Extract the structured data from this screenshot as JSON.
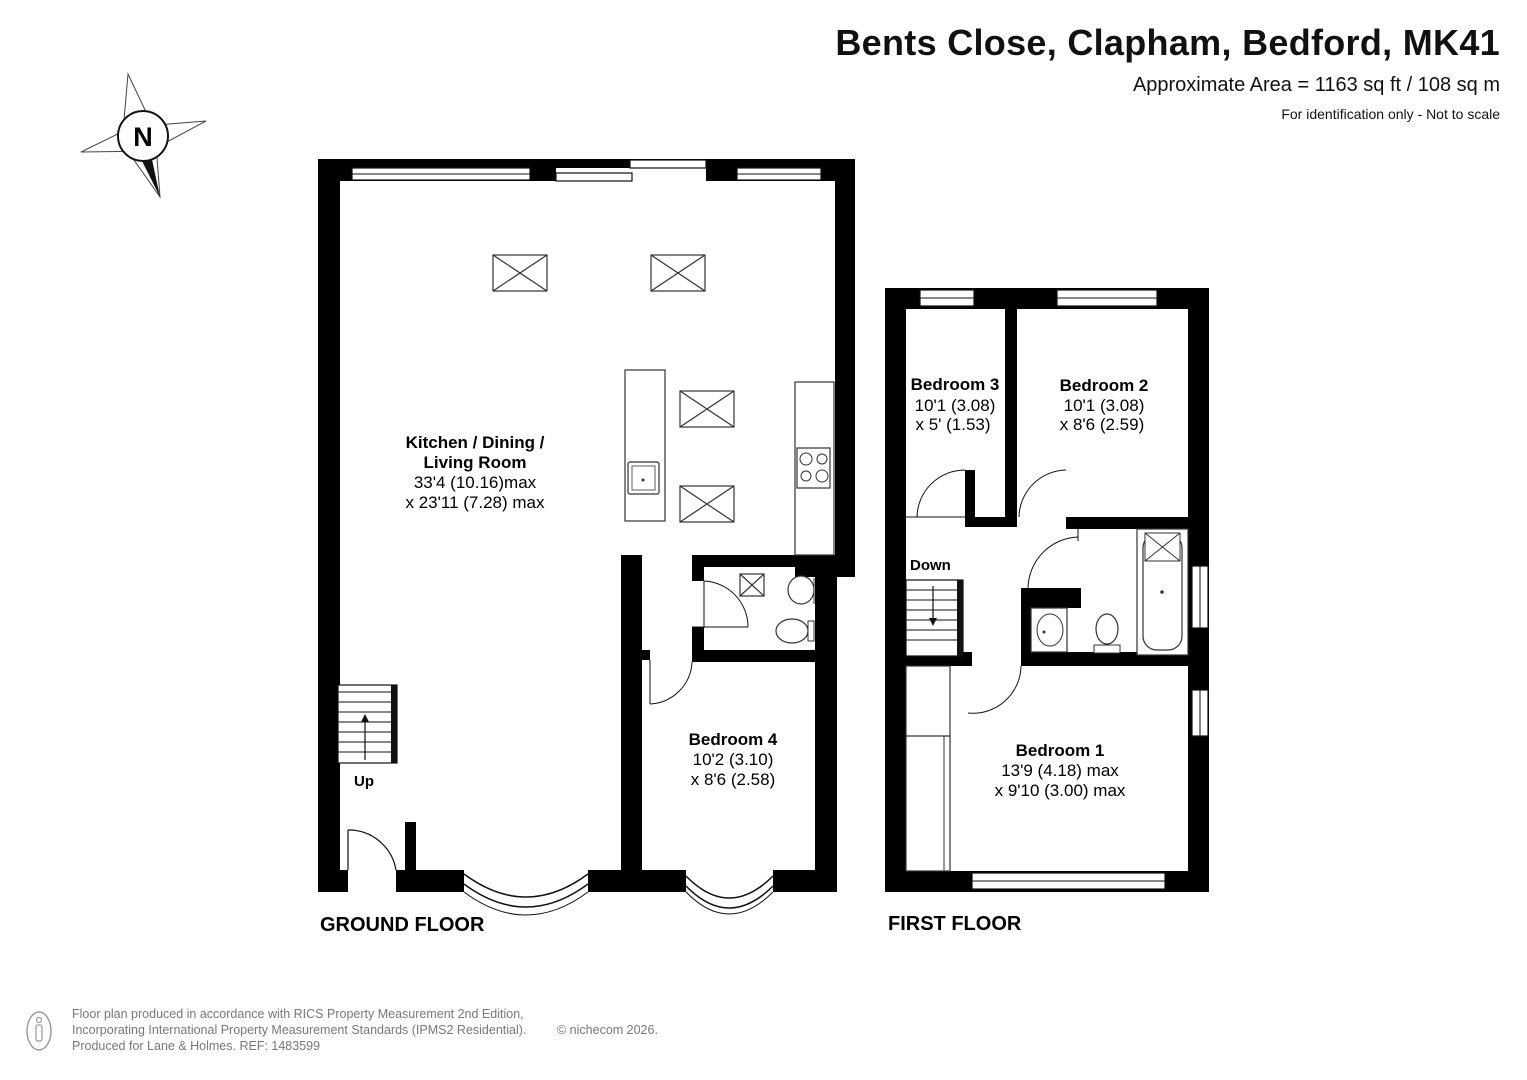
{
  "header": {
    "title": "Bents Close, Clapham, Bedford, MK41",
    "area": "Approximate Area = 1163 sq ft / 108 sq m",
    "note": "For identification only - Not to scale"
  },
  "compass": {
    "label": "N",
    "icon": "north-compass-icon"
  },
  "ground_floor": {
    "label": "GROUND FLOOR",
    "stairs_label": "Up",
    "rooms": [
      {
        "name_lines": [
          "Kitchen / Dining /",
          "Living Room"
        ],
        "dims": [
          "33'4 (10.16)max",
          "x 23'11 (7.28) max"
        ]
      },
      {
        "name_lines": [
          "Bedroom 4"
        ],
        "dims": [
          "10'2 (3.10)",
          "x 8'6 (2.58)"
        ]
      }
    ]
  },
  "first_floor": {
    "label": "FIRST FLOOR",
    "stairs_label": "Down",
    "rooms": [
      {
        "name_lines": [
          "Bedroom 3"
        ],
        "dims": [
          "10'1 (3.08)",
          "x 5' (1.53)"
        ]
      },
      {
        "name_lines": [
          "Bedroom 2"
        ],
        "dims": [
          "10'1 (3.08)",
          "x 8'6 (2.59)"
        ]
      },
      {
        "name_lines": [
          "Bedroom 1"
        ],
        "dims": [
          "13'9 (4.18) max",
          "x 9'10 (3.00) max"
        ]
      }
    ]
  },
  "footer": {
    "line1": "Floor plan produced in accordance with RICS Property Measurement 2nd Edition,",
    "line2": "Incorporating International Property Measurement Standards (IPMS2 Residential).",
    "line3": "Produced for Lane & Holmes.   REF:  1483599",
    "copyright": "© nichecom 2026."
  }
}
